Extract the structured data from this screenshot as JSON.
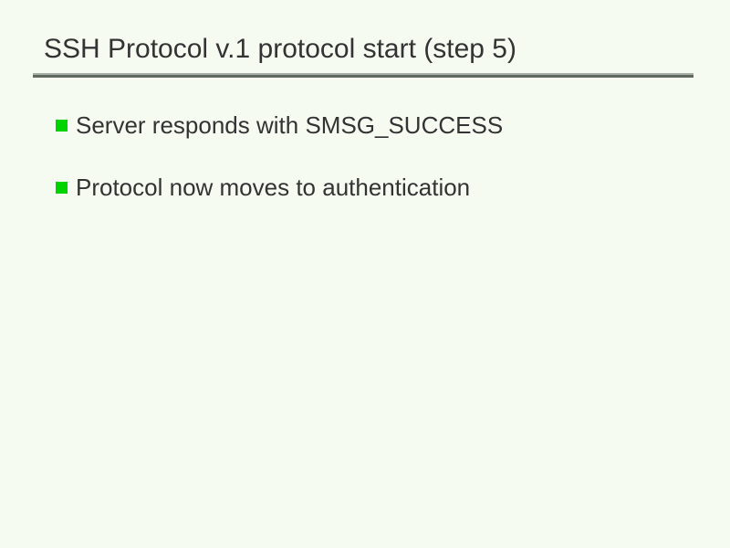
{
  "slide": {
    "title": "SSH Protocol v.1 protocol start (step 5)",
    "bullets": [
      {
        "label": "Server responds with SMSG_SUCCESS"
      },
      {
        "label": "Protocol now moves to authentication"
      }
    ],
    "colors": {
      "background": "#f6fbf2",
      "bullet_green": "#00d400",
      "rule_top": "#a7afa7",
      "rule_bottom": "#5f695f",
      "text": "#333333"
    }
  }
}
